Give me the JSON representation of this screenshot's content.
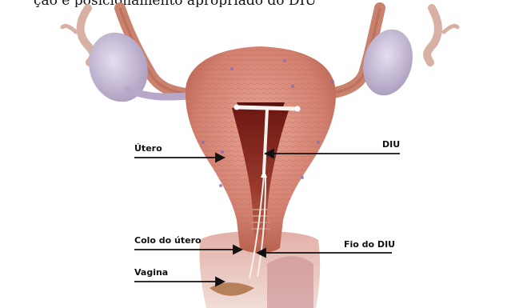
{
  "caption": "ção e posicionamento apropriado do DIU",
  "labels": {
    "utero": "Útero",
    "diu": "DIU",
    "colo": "Colo do útero",
    "fio": "Fio do DIU",
    "vagina": "Vagina"
  },
  "colors": {
    "muscle": "#d98a7c",
    "muscle_dark": "#b5574f",
    "lining": "#7a1f1a",
    "ovary": "#cbbfd6",
    "tube": "#c9826d",
    "background": "#ffffff"
  }
}
